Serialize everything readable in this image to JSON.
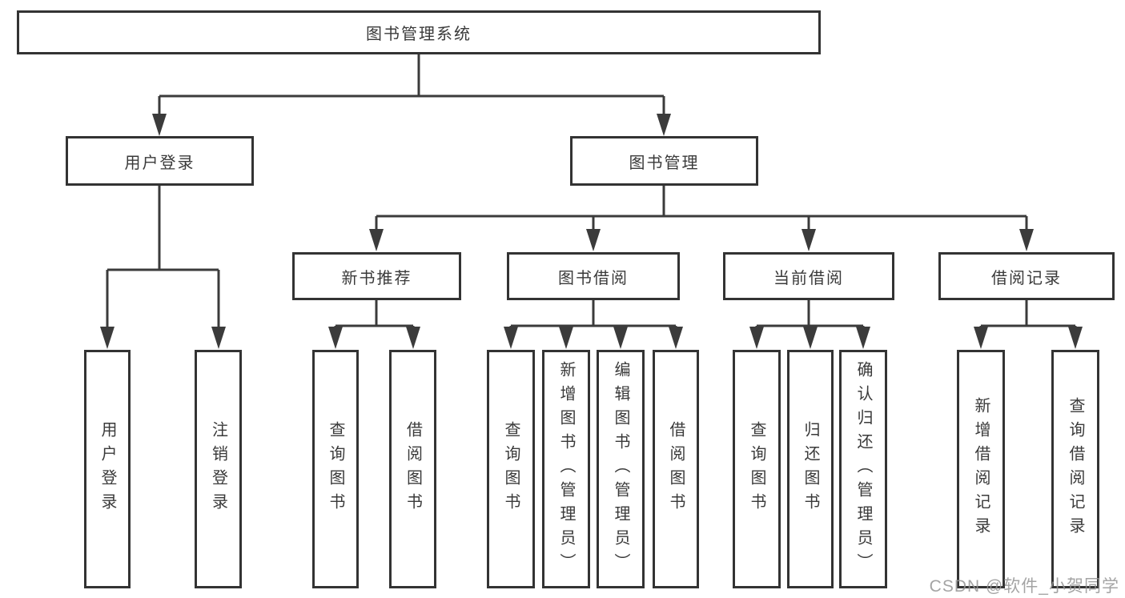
{
  "diagram": {
    "root": {
      "label": "图书管理系统"
    },
    "branches": [
      {
        "label": "用户登录",
        "children": [
          {
            "label": "用户登录"
          },
          {
            "label": "注销登录"
          }
        ]
      },
      {
        "label": "图书管理",
        "children": [
          {
            "label": "新书推荐",
            "children": [
              {
                "label": "查询图书"
              },
              {
                "label": "借阅图书"
              }
            ]
          },
          {
            "label": "图书借阅",
            "children": [
              {
                "label": "查询图书"
              },
              {
                "label": "新增图书（管理员）"
              },
              {
                "label": "编辑图书（管理员）"
              },
              {
                "label": "借阅图书"
              }
            ]
          },
          {
            "label": "当前借阅",
            "children": [
              {
                "label": "查询图书"
              },
              {
                "label": "归还图书"
              },
              {
                "label": "确认归还（管理员）"
              }
            ]
          },
          {
            "label": "借阅记录",
            "children": [
              {
                "label": "新增借阅记录"
              },
              {
                "label": "查询借阅记录"
              }
            ]
          }
        ]
      }
    ]
  },
  "watermark": {
    "text": "CSDN @软件_小贺同学"
  },
  "colors": {
    "line": "#3b3b3b",
    "box_border": "#333333",
    "text": "#3a3a3a",
    "watermark": "#949494",
    "background": "#ffffff"
  }
}
